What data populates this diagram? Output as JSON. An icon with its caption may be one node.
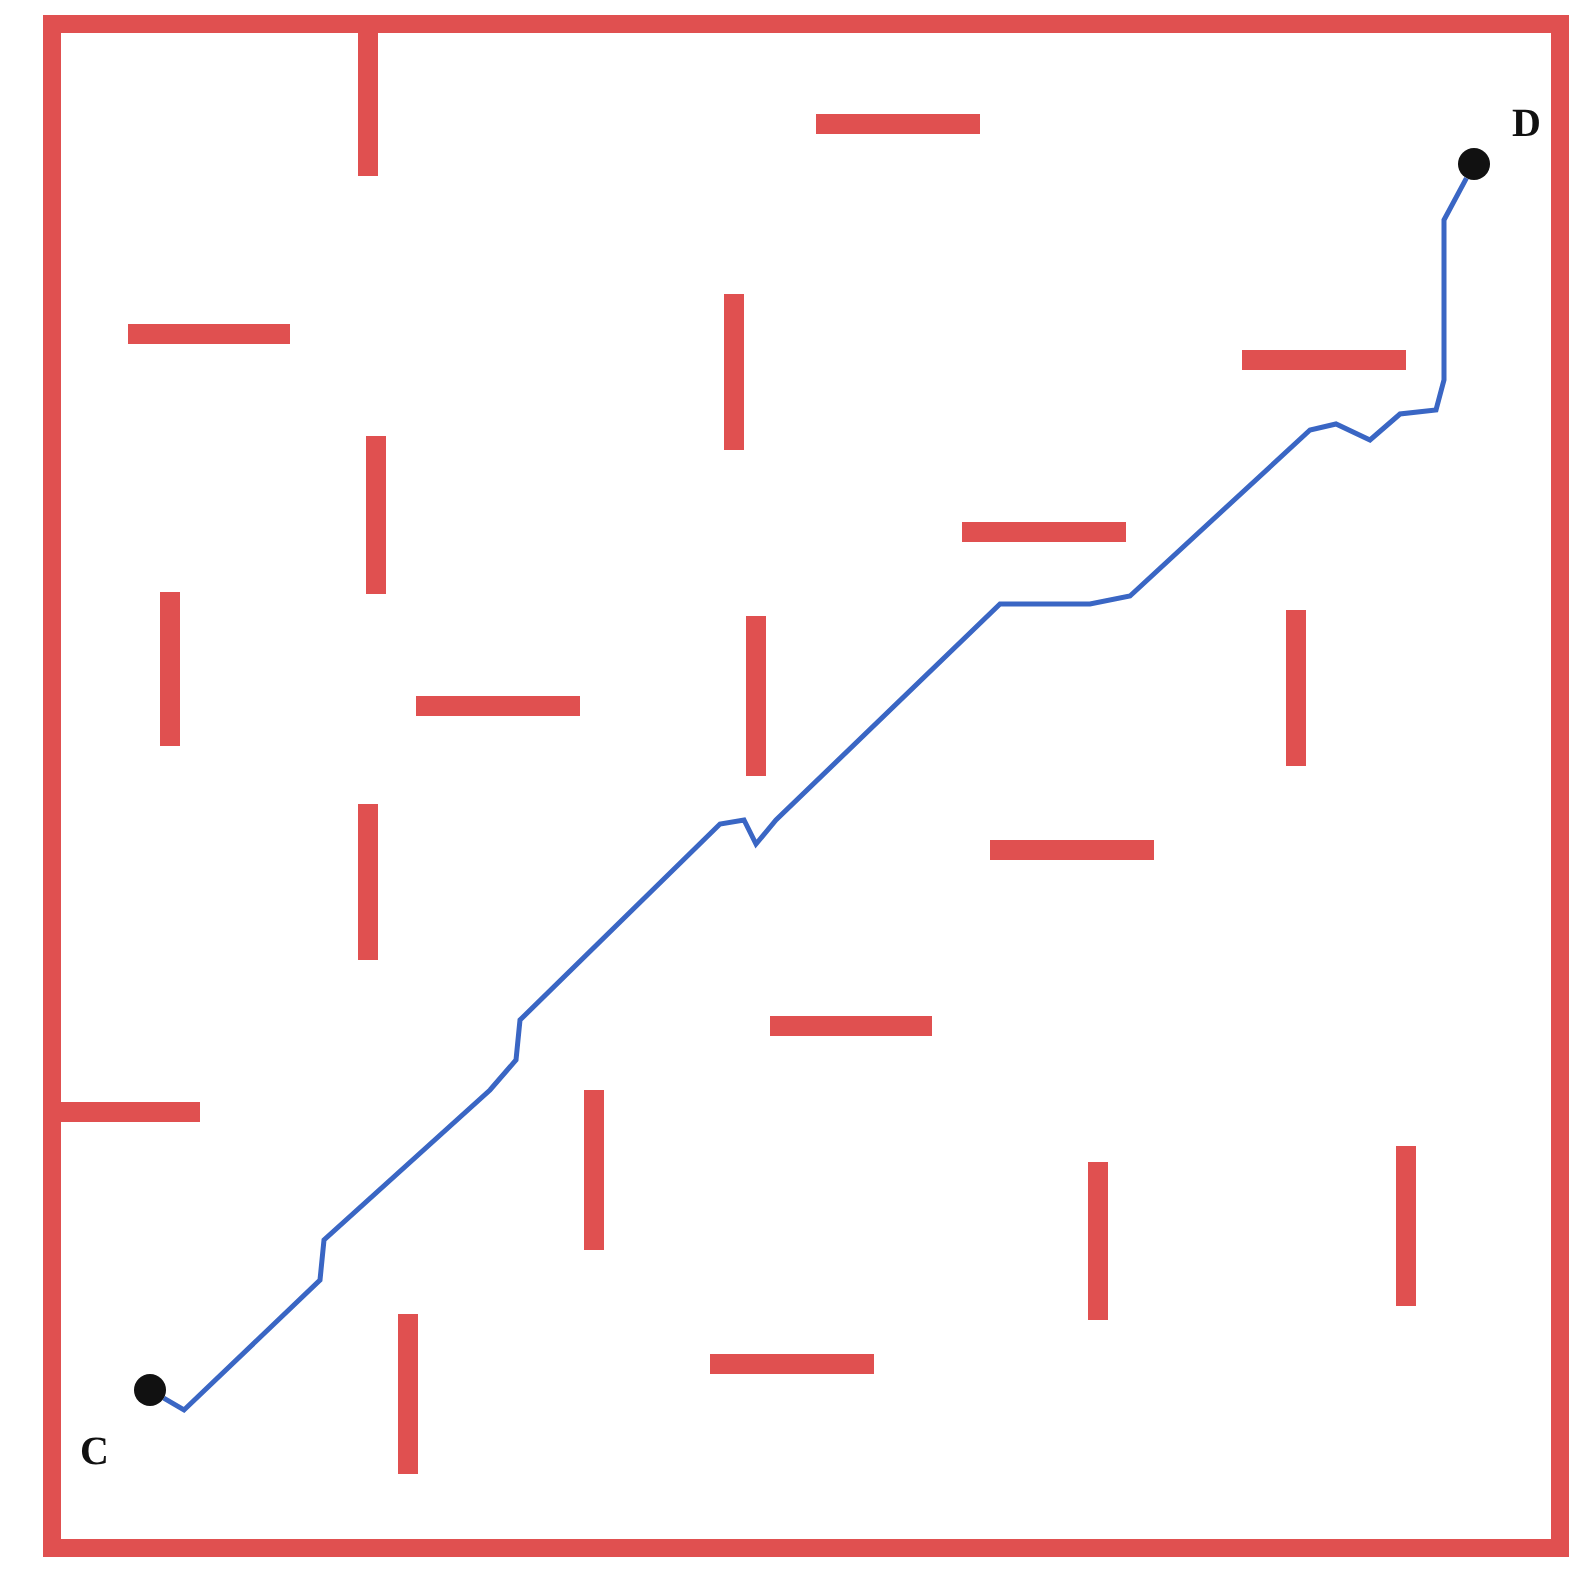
{
  "diagram": {
    "nodes": [
      {
        "text": [],
        "shape": "circle",
        "beside": [
          "C"
        ]
      },
      {
        "text": [],
        "shape": "circle",
        "beside": [
          "D"
        ]
      }
    ],
    "edges": [
      {
        "from": 0,
        "to": 1,
        "arrow": "none",
        "color": "#3a66c4"
      }
    ]
  }
}
